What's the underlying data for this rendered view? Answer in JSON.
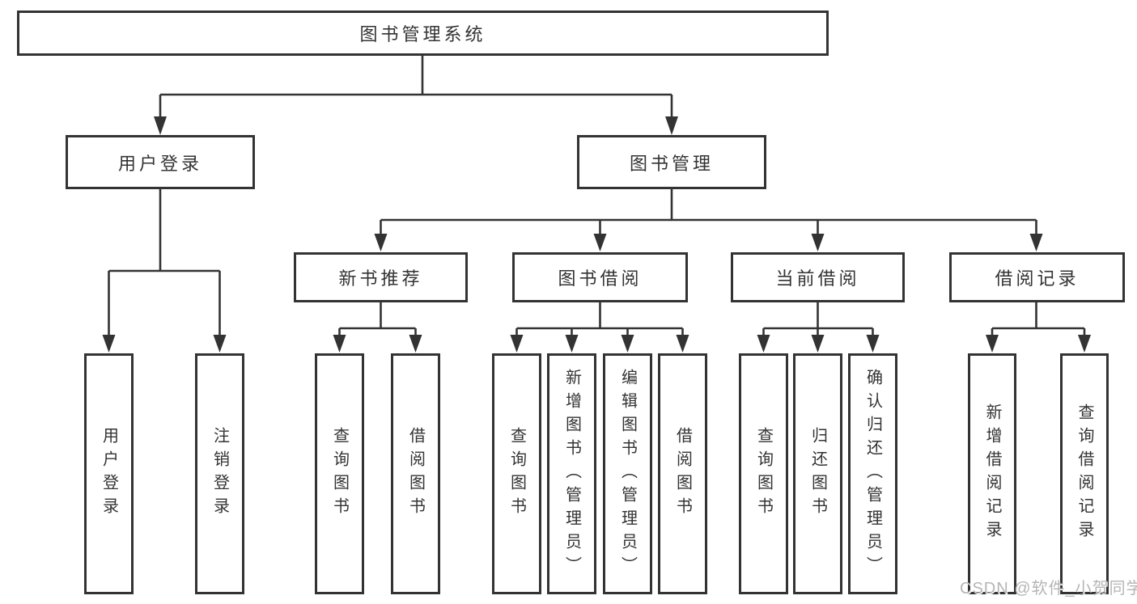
{
  "tree": {
    "root": {
      "label": "图书管理系统",
      "children": [
        {
          "label": "用户登录",
          "children": [
            {
              "label": "用户登录"
            },
            {
              "label": "注销登录"
            }
          ]
        },
        {
          "label": "图书管理",
          "children": [
            {
              "label": "新书推荐",
              "children": [
                {
                  "label": "查询图书"
                },
                {
                  "label": "借阅图书"
                }
              ]
            },
            {
              "label": "图书借阅",
              "children": [
                {
                  "label": "查询图书"
                },
                {
                  "label": "新增图书（管理员）"
                },
                {
                  "label": "编辑图书（管理员）"
                },
                {
                  "label": "借阅图书"
                }
              ]
            },
            {
              "label": "当前借阅",
              "children": [
                {
                  "label": "查询图书"
                },
                {
                  "label": "归还图书"
                },
                {
                  "label": "确认归还（管理员）"
                }
              ]
            },
            {
              "label": "借阅记录",
              "children": [
                {
                  "label": "新增借阅记录"
                },
                {
                  "label": "查询借阅记录"
                }
              ]
            }
          ]
        }
      ]
    }
  },
  "watermark": {
    "text": "CSDN @软件_小贺同学"
  },
  "colors": {
    "line": "#333333",
    "box_border": "#333333",
    "box_fill": "#ffffff",
    "text": "#333333",
    "watermark": "#b5b5b5"
  }
}
